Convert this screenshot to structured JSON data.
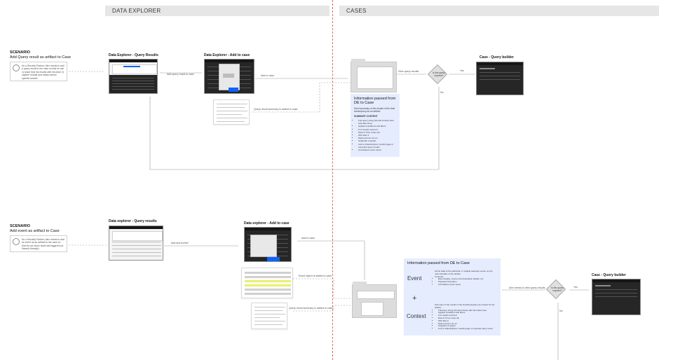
{
  "columns": {
    "left": "DATA EXPLORER",
    "right": "CASES"
  },
  "scenario1": {
    "label": "SCENARIO",
    "title": "Add Query result as artifact to Case",
    "description": "As a Security Partner, Alex needs to add a query result to the case so that he can 1) share that his results with his team 2) capture results and easily narrow specific search.",
    "screen_results_title": "Data Explorer - Query Results",
    "screen_add_title": "Data Explorer - Add to case",
    "arrow_add_result": "Add query result to case",
    "arrow_add_to_case": "Add to case",
    "arrow_summary": "Query result summary is added to case",
    "arrow_view_results": "View query results",
    "decision": "Is the query expired?",
    "yes": "Yes",
    "no": "No",
    "case_builder_title": "Case - Query builder",
    "info_title": "Information passed from DE to Case",
    "info_sub": "Send summary of the results of the time frame/query as an artifact",
    "info_header": "SUMMARY CONTENT",
    "info_items": [
      "Full query string (should include start and date time)",
      "Applied conditions and filters",
      "# of results returned",
      "Date & Time it was ran",
      "Who Ran it",
      "Data sources ran on",
      "Snapshot of graph",
      "Link to Data Explorer results page or exported query results",
      "Annotations (user input)"
    ]
  },
  "scenario2": {
    "label": "SCENARIO",
    "title": "Add event as artifact to Case",
    "description": "As a Security Partner, Alex needs to add an event as an artifact to the case so that he can show what has triggered (or flowed) threat(s).",
    "screen_results_title": "Data explorer - Query results",
    "screen_add_title": "Data explorer - Add to case",
    "arrow_add_further": "Add and further",
    "arrow_add_to_case": "Add to case",
    "arrow_event_object": "Event object is added to case",
    "arrow_summary": "Query result summary is added to case",
    "arrow_adds_event": "Alex needs to view query results",
    "decision": "Is the query expired?",
    "yes": "Yes",
    "no": "No",
    "case_builder_title": "Case - Query builder",
    "info_title": "Information passed from DE to Case",
    "event_label": "Event",
    "plus": "+",
    "context_label": "Context",
    "event_text_1": "All the data of the particular or multiple selected events, as the main identifier of the artifact",
    "event_text_2": "Contents:",
    "event_items": [
      "Event details, source and destination details, etc.",
      "Payload information",
      "Annotations (user input)"
    ],
    "context_text": "Summary of the results of the timeframe/query as context for the artifact.",
    "context_items": [
      "Full query string (should include start and date time)",
      "Applied conditions and filters",
      "# of results returned",
      "Date & Time it was ran",
      "Who Ran it",
      "Data sources ran on",
      "Snapshot of graph",
      "Link to Data Explorer results page or exported query result"
    ]
  },
  "colors": {
    "divider": "#e06a6a",
    "info_bg": "#e5ecfe",
    "accent": "#0f62fe",
    "highlight": "#e8f06a"
  }
}
